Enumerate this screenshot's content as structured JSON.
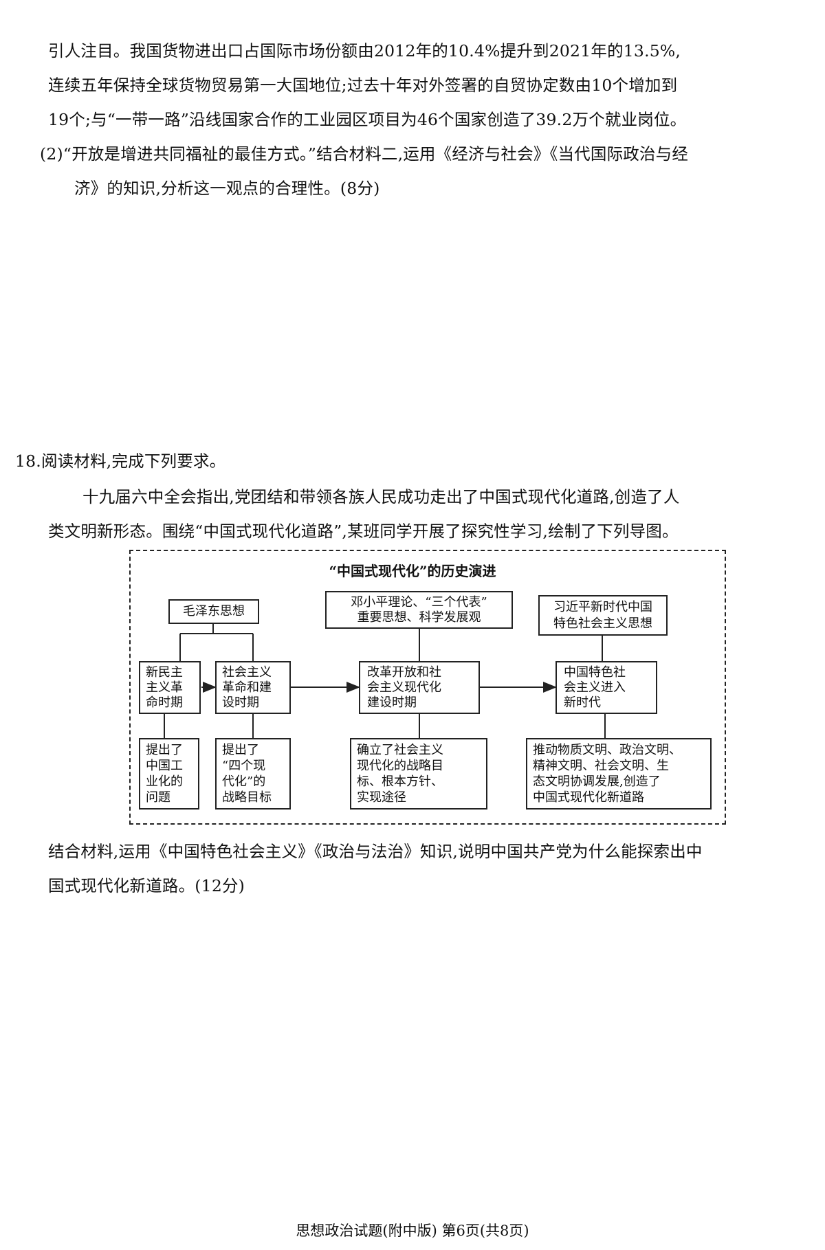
{
  "top_paragraph": {
    "line1": "引人注目。我国货物进出口占国际市场份额由2012年的10.4%提升到2021年的13.5%,",
    "line2": "连续五年保持全球货物贸易第一大国地位;过去十年对外签署的自贸协定数由10个增加到",
    "line3": "19个;与“一带一路”沿线国家合作的工业园区项目为46个国家创造了39.2万个就业岗位。"
  },
  "question_17_2": {
    "line1": "(2)“开放是增进共同福祉的最佳方式。”结合材料二,运用《经济与社会》《当代国际政治与经",
    "line2": "济》的知识,分析这一观点的合理性。(8分)"
  },
  "question_18": {
    "heading": "18.阅读材料,完成下列要求。",
    "intro_line1": "十九届六中全会指出,党团结和带领各族人民成功走出了中国式现代化道路,创造了人",
    "intro_line2": "类文明新形态。围绕“中国式现代化道路”,某班同学开展了探究性学习,绘制了下列导图。",
    "task_line1": "结合材料,运用《中国特色社会主义》《政治与法治》知识,说明中国共产党为什么能探索出中",
    "task_line2": "国式现代化新道路。(12分)"
  },
  "diagram": {
    "title": "“中国式现代化”的历史演进",
    "theory_1": "毛泽东思想",
    "theory_2": "邓小平理论、“三个代表”\n重要思想、科学发展观",
    "theory_3": "习近平新时代中国\n特色社会主义思想",
    "period_1": "新民主\n主义革\n命时期",
    "period_2": "社会主义\n革命和建\n设时期",
    "period_3": "改革开放和社\n会主义现代化\n建设时期",
    "period_4": "中国特色社\n会主义进入\n新时代",
    "result_1": "提出了\n中国工\n业化的\n问题",
    "result_2": "提出了\n“四个现\n代化”的\n战略目标",
    "result_3": "确立了社会主义\n现代化的战略目\n标、根本方针、\n实现途径",
    "result_4": "推动物质文明、政治文明、\n精神文明、社会文明、生\n态文明协调发展,创造了\n中国式现代化新道路"
  },
  "footer": "思想政治试题(附中版) 第6页(共8页)"
}
